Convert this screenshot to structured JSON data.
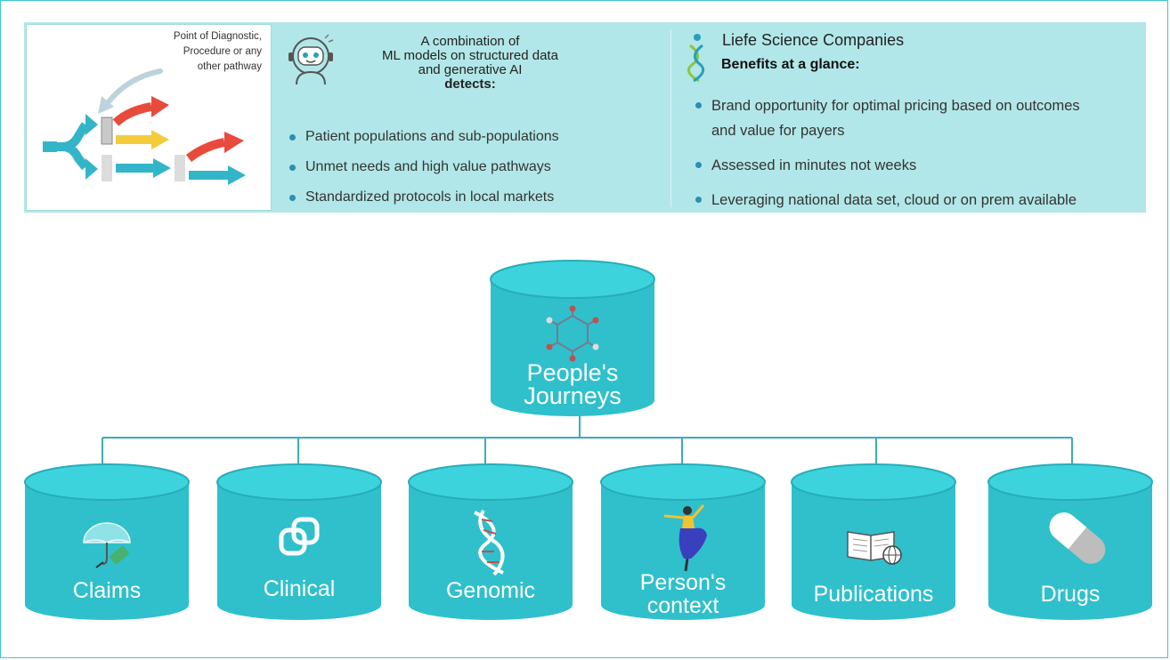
{
  "pathway_panel": {
    "caption": "Point of Diagnostic,\nProcedure or any\nother pathway",
    "icon": "pathway-arrows-illustration"
  },
  "detection": {
    "icon": "robot-icon",
    "heading_line1": "A combination of",
    "heading_line2": "ML models on structured data",
    "heading_line3": "and generative AI",
    "heading_bold": "detects:",
    "bullets": [
      "Patient populations and sub-populations",
      "Unmet needs and high value pathways",
      "Standardized protocols in local markets"
    ]
  },
  "benefits": {
    "icon": "dna-person-icon",
    "title": "Liefe Science Companies",
    "heading": "Benefits at a glance:",
    "bullets": [
      "Brand opportunity for optimal pricing based on outcomes and value for payers",
      "Assessed in minutes not weeks",
      "Leveraging national data set, cloud or on prem available"
    ]
  },
  "hub": {
    "label": "People's\nJourneys",
    "icon": "molecule-icon"
  },
  "sources": [
    {
      "label": "Claims",
      "icon": "umbrella-money-icon"
    },
    {
      "label": "Clinical",
      "icon": "medical-cross-icon"
    },
    {
      "label": "Genomic",
      "icon": "dna-helix-icon"
    },
    {
      "label": "Person's\ncontext",
      "icon": "dancing-person-icon"
    },
    {
      "label": "Publications",
      "icon": "book-globe-icon"
    },
    {
      "label": "Drugs",
      "icon": "capsule-pill-icon"
    }
  ],
  "colors": {
    "banner_bg": "#b2e7e9",
    "cylinder_body": "#2fc0cc",
    "cylinder_top": "#3dd3dd",
    "connector": "#3aaeb5",
    "bullet": "#2a8fb0"
  }
}
